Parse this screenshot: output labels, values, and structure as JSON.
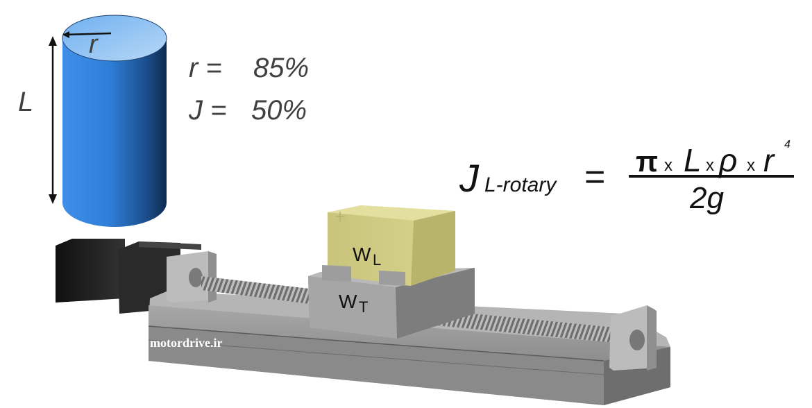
{
  "cylinder": {
    "radius_label": "r",
    "length_label": "L"
  },
  "changes": {
    "r_label": "r =",
    "r_value": "85%",
    "j_label": "J =",
    "j_value": "50%"
  },
  "formula": {
    "lhs_main": "J",
    "lhs_sub": "L-rotary",
    "equals": "=",
    "pi": "π",
    "times": "x",
    "L": "L",
    "rho": "ρ",
    "r": "r",
    "exponent": "4",
    "denominator": "2g"
  },
  "machine": {
    "load_label_main": "W",
    "load_label_sub": "L",
    "table_label_main": "W",
    "table_label_sub": "T"
  },
  "watermark": "motordrive.ir",
  "colors": {
    "cylinder": "#2f7fd8",
    "load": "#c8c27a",
    "steel": "#9a9a9a",
    "motor": "#1e1e1e"
  }
}
